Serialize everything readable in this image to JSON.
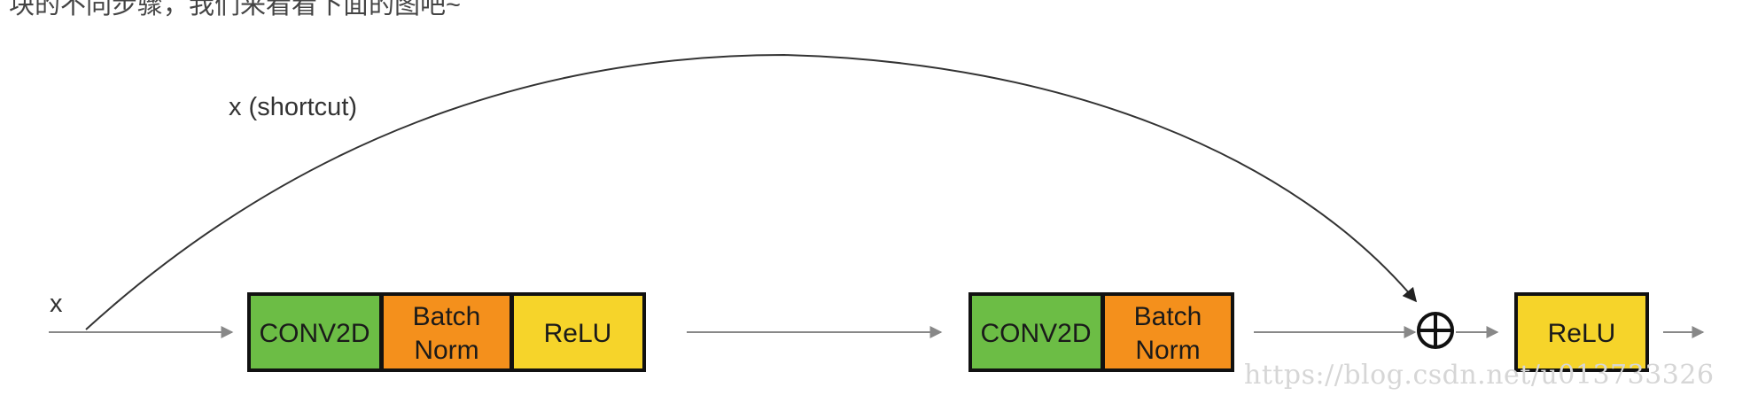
{
  "intro_text": "块的不同步骤，我们来看看下面的图吧~",
  "diagram": {
    "input_label": "x",
    "shortcut_label": "x (shortcut)",
    "blocks": {
      "conv1": "CONV2D",
      "bn1_line1": "Batch",
      "bn1_line2": "Norm",
      "relu1": "ReLU",
      "conv2": "CONV2D",
      "bn2_line1": "Batch",
      "bn2_line2": "Norm",
      "relu_final": "ReLU"
    },
    "add_symbol": "⊕"
  },
  "watermark": "https://blog.csdn.net/u013733326",
  "colors": {
    "conv": "#6cbd45",
    "batch_norm": "#f4901c",
    "relu": "#f6d42a",
    "border": "#111111",
    "arrow": "#888888",
    "curve": "#333333"
  }
}
